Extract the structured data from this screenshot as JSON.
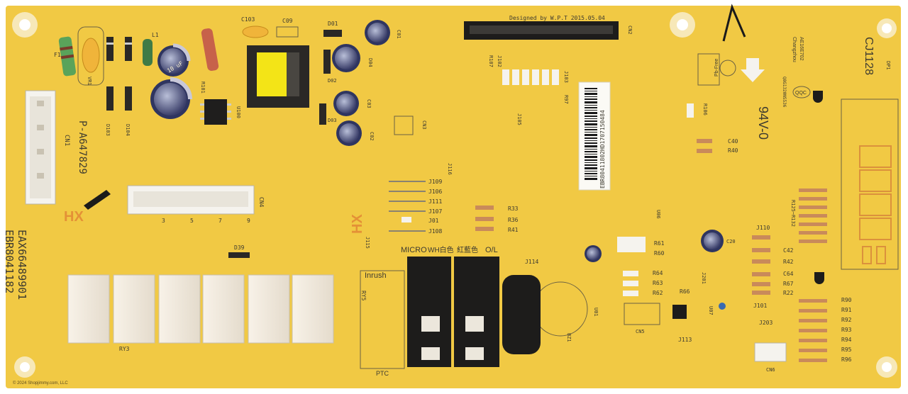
{
  "board": {
    "designer_note": "Designed by W.P.T 2015.05.04",
    "model_code": "EAX66489901",
    "part_vertical": "EBR8041182",
    "barcode_number": "EBR80411802HD1707150484",
    "cj_code": "CJ1128",
    "rating": "94V-0",
    "pb_free": "Pb-Free",
    "maker_line1": "AE16E702",
    "maker_line2": "Changzhou",
    "maker_code": "QQC",
    "inrush": "Inrush",
    "ptc": "PTC",
    "micro": "MICRO",
    "wh_white": "WH白色",
    "blue_red": "紅藍色",
    "ol": "O/L",
    "p_code": "P-A647829",
    "rdt_range": "R125~R132",
    "serial_small": "Q8G1320NS536",
    "colors": {
      "board": "#f1c944",
      "silk": "#3d3a30",
      "relay": "#f6efe4"
    }
  },
  "labels": {
    "f1": "F1",
    "vr1": "VR1",
    "l1": "L1",
    "c103": "C103",
    "c09": "C09",
    "d01": "D01",
    "c01": "C01",
    "d04": "D04",
    "d02": "D02",
    "d03": "D03",
    "c03": "C03",
    "c02": "C02",
    "r101": "R101",
    "u100": "U100",
    "d103": "D103",
    "d104": "D104",
    "cn1": "CN1",
    "cn3": "CN3",
    "cn4": "CN4",
    "cn5": "CN5",
    "cn6": "CN6",
    "j109": "J109",
    "j106": "J106",
    "j111": "J111",
    "j107": "J107",
    "j01": "J01",
    "j108": "J108",
    "j116": "J116",
    "j115": "J115",
    "r33": "R33",
    "r36": "R36",
    "r41": "R41",
    "d39": "D39",
    "ry3": "RY3",
    "ry5": "RY5",
    "j114": "J114",
    "bz1": "BZ1",
    "r61": "R61",
    "r60": "R60",
    "r64": "R64",
    "r63": "R63",
    "r62": "R62",
    "r66": "R66",
    "u01": "U01",
    "u07": "U07",
    "u06": "U06",
    "j113": "J113",
    "j110": "J110",
    "c20": "C20",
    "c42": "C42",
    "r42": "R42",
    "c64": "C64",
    "r67": "R67",
    "r22": "R22",
    "j101": "J101",
    "j201": "J201",
    "j203": "J203",
    "r90": "R90",
    "r91": "R91",
    "r92": "R92",
    "r93": "R93",
    "r94": "R94",
    "r95": "R95",
    "r96": "R96",
    "c40": "C40",
    "r40": "R40",
    "r106": "R106",
    "dp1": "DP1",
    "j102": "J102",
    "j103": "J103",
    "j105": "J105",
    "r107": "R107",
    "r97": "R97",
    "cn_top": "CN2",
    "cap_big": "10 uF",
    "pin3": "3",
    "pin5": "5",
    "pin7": "7",
    "pin9": "9"
  }
}
